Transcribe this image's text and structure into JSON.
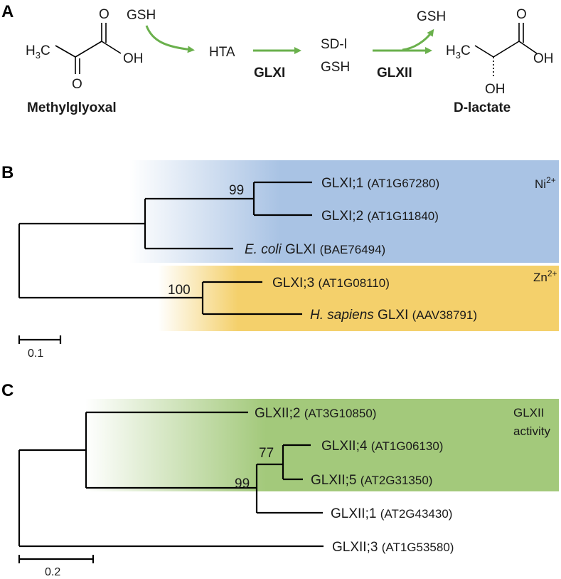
{
  "panels": {
    "a": "A",
    "b": "B",
    "c": "C"
  },
  "pathway": {
    "gsh_in": "GSH",
    "hta": "HTA",
    "enzyme1": "GLXI",
    "sdl": "SD-l",
    "gsh_mid": "GSH",
    "enzyme2": "GLXII",
    "gsh_out": "GSH",
    "substrate": "Methylglyoxal",
    "product": "D-lactate",
    "mg_atoms": {
      "ch3": "H",
      "ch3_sub": "3",
      "c": "C",
      "o1": "O",
      "o2": "O",
      "oh": "OH"
    },
    "lac_atoms": {
      "ch3": "H",
      "ch3_sub": "3",
      "c": "C",
      "o": "O",
      "oh": "OH",
      "oh2": "OH"
    }
  },
  "tree_glxi": {
    "colors": {
      "blue": "#a9c3e4",
      "yellow": "#f4d06b"
    },
    "groups": {
      "ni_base": "Ni",
      "ni_sup": "2+",
      "zn_base": "Zn",
      "zn_sup": "2+"
    },
    "bootstrap": {
      "b1": "99",
      "b2": "100"
    },
    "leaves": [
      {
        "name": "GLXI;1",
        "acc": "(AT1G67280)"
      },
      {
        "name": "GLXI;2",
        "acc": "(AT1G11840)"
      },
      {
        "species": "E. coli",
        "name": " GLXI",
        "acc": "(BAE76494)"
      },
      {
        "name": "GLXI;3",
        "acc": "(AT1G08110)"
      },
      {
        "species": "H. sapiens",
        "name": " GLXI",
        "acc": "(AAV38791)"
      }
    ],
    "scale": "0.1"
  },
  "tree_glxii": {
    "colors": {
      "green": "#a3c97b"
    },
    "group_line1": "GLXII",
    "group_line2": "activity",
    "bootstrap": {
      "b1": "77",
      "b2": "99"
    },
    "leaves": [
      {
        "name": "GLXII;2",
        "acc": "(AT3G10850)"
      },
      {
        "name": "GLXII;4",
        "acc": "(AT1G06130)"
      },
      {
        "name": "GLXII;5",
        "acc": "(AT2G31350)"
      },
      {
        "name": "GLXII;1",
        "acc": "(AT2G43430)"
      },
      {
        "name": "GLXII;3",
        "acc": "(AT1G53580)"
      }
    ],
    "scale": "0.2"
  }
}
